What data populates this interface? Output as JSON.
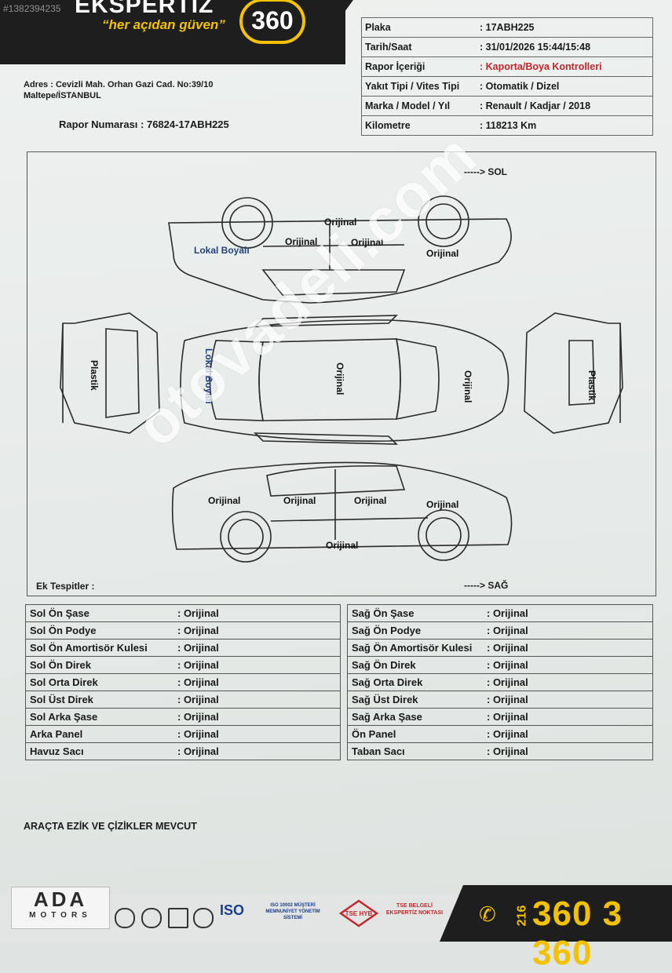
{
  "header": {
    "brand": "EKSPERTİZ",
    "brand_number": "360",
    "slogan": "“her açıdan güven”",
    "stock_id": "#1382394235",
    "address_line1": "Adres : Cevizli Mah. Orhan Gazi Cad. No:39/10",
    "address_line2": "Maltepe/İSTANBUL",
    "report_number": "Rapor Numarası : 76824-17ABH225"
  },
  "info": [
    {
      "label": "Plaka",
      "value": ": 17ABH225"
    },
    {
      "label": "Tarih/Saat",
      "value": ": 31/01/2026  15:44/15:48"
    },
    {
      "label": "Rapor İçeriği",
      "value": ": Kaporta/Boya Kontrolleri"
    },
    {
      "label": "Yakıt Tipi / Vites Tipi",
      "value": ":  Otomatik  / Dizel"
    },
    {
      "label": "Marka / Model / Yıl",
      "value": ": Renault / Kadjar / 2018"
    },
    {
      "label": "Kilometre",
      "value": ": 118213 Km"
    }
  ],
  "diagram": {
    "dir_left": "-----> SOL",
    "dir_right": "-----> SAĞ",
    "left_side": {
      "roof": "Orijinal",
      "front_door": "Orijinal",
      "rear_door": "Orijinal",
      "front_fender": "Lokal Boyalı",
      "rear_fender": "Orijinal"
    },
    "top": {
      "hood": "Lokal Boyalı",
      "roof": "Orijinal",
      "trunk": "Orijinal"
    },
    "rear": "Plastik",
    "front": "Plastik",
    "right_side": {
      "rear_fender": "Orijinal",
      "rear_door": "Orijinal",
      "front_door": "Orijinal",
      "front_fender": "Orijinal",
      "sill": "Orijinal"
    },
    "ek_tespitler": "Ek Tespitler :"
  },
  "parts_left": [
    {
      "label": "Sol Ön Şase",
      "value": ": Orijinal"
    },
    {
      "label": "Sol Ön Podye",
      "value": ": Orijinal"
    },
    {
      "label": "Sol Ön Amortisör Kulesi",
      "value": ": Orijinal"
    },
    {
      "label": "Sol Ön Direk",
      "value": ": Orijinal"
    },
    {
      "label": "Sol Orta Direk",
      "value": ": Orijinal"
    },
    {
      "label": "Sol Üst Direk",
      "value": ": Orijinal"
    },
    {
      "label": "Sol Arka Şase",
      "value": ": Orijinal"
    },
    {
      "label": "Arka Panel",
      "value": ": Orijinal"
    },
    {
      "label": "Havuz Sacı",
      "value": ": Orijinal"
    }
  ],
  "parts_right": [
    {
      "label": "Sağ Ön Şase",
      "value": ": Orijinal"
    },
    {
      "label": "Sağ Ön Podye",
      "value": ": Orijinal"
    },
    {
      "label": "Sağ Ön Amortisör Kulesi",
      "value": ": Orijinal"
    },
    {
      "label": "Sağ Ön Direk",
      "value": ": Orijinal"
    },
    {
      "label": "Sağ Orta Direk",
      "value": ": Orijinal"
    },
    {
      "label": "Sağ Üst Direk",
      "value": ": Orijinal"
    },
    {
      "label": "Sağ Arka Şase",
      "value": ": Orijinal"
    },
    {
      "label": "Ön Panel",
      "value": ": Orijinal"
    },
    {
      "label": "Taban Sacı",
      "value": ": Orijinal"
    }
  ],
  "damage_note": "ARAÇTA EZİK VE ÇİZİKLER MEVCUT",
  "footer": {
    "dealer_name": "ADA",
    "dealer_sub": "MOTORS",
    "iso": "ISO",
    "iso_text": "ISO 10002 MÜŞTERİ MEMNUNİYET YÖNETİM SİSTEMİ",
    "tse": "TSE HYB",
    "tse_text": "TSE BELGELİ EKSPERTİZ NOKTASI",
    "phone_prefix": "216",
    "phone": "360 3 360"
  },
  "watermark": "otovadeli.com",
  "colors": {
    "brand_yellow": "#f2c200",
    "banner_dark": "#1e1e1e",
    "highlight_red": "#c0282d",
    "label_blue": "#23437a"
  }
}
